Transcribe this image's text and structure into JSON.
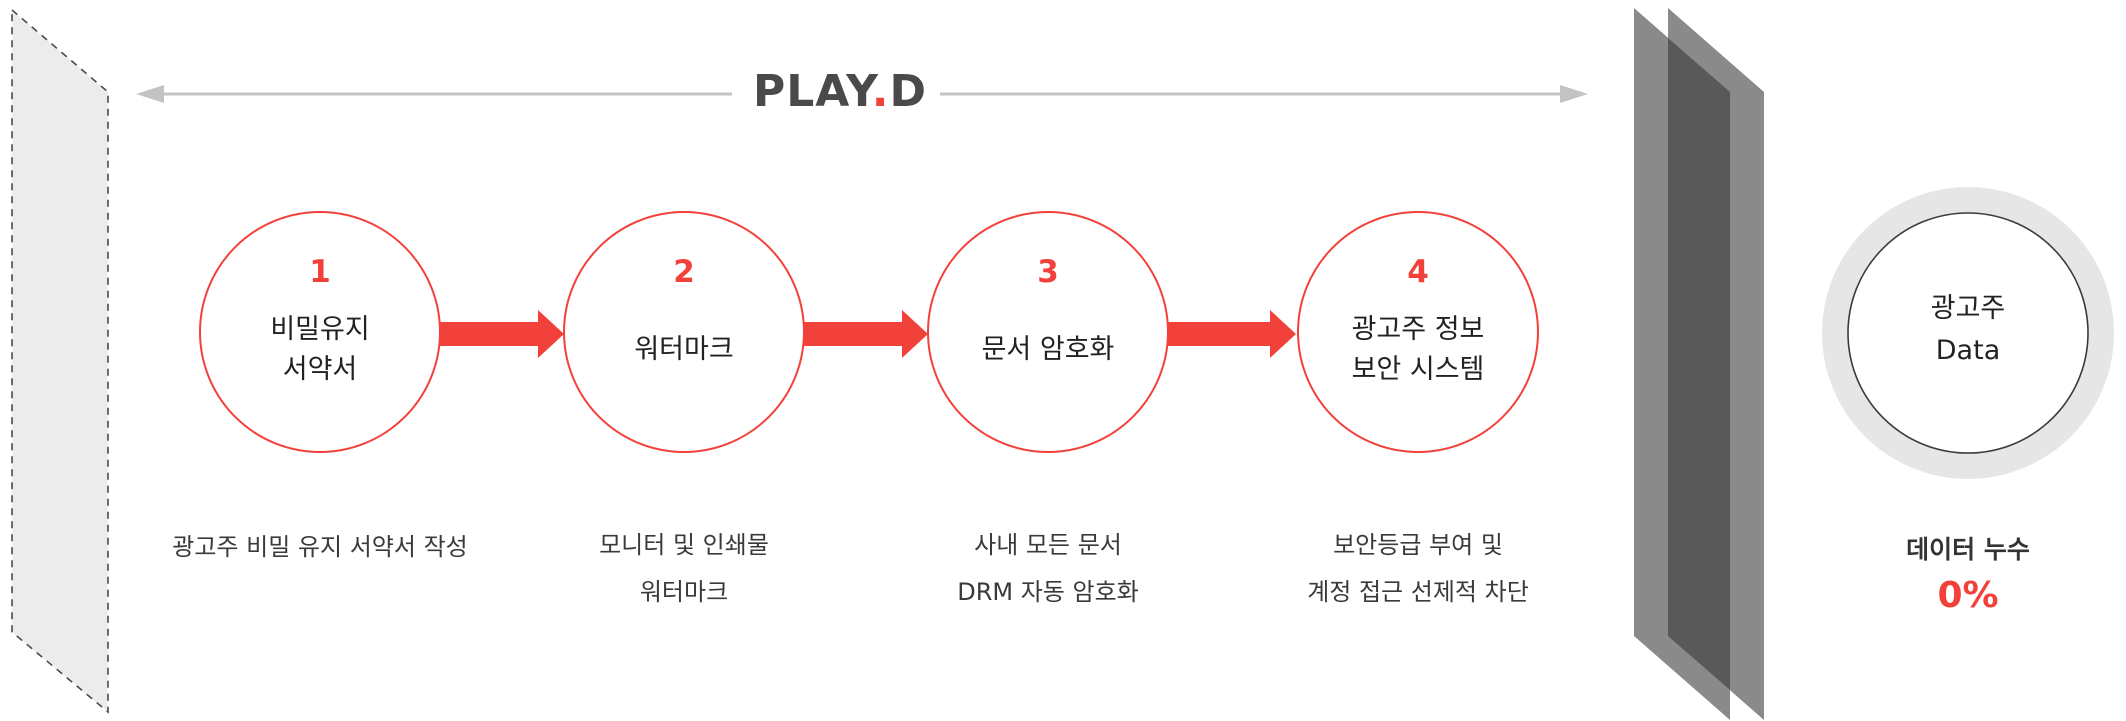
{
  "logo": {
    "text_main": "PLAY",
    "text_dot": ".",
    "text_end": "D"
  },
  "steps": [
    {
      "number": "1",
      "title_lines": [
        "비밀유지",
        "서약서"
      ],
      "description_lines": [
        "광고주 비밀 유지 서약서 작성"
      ]
    },
    {
      "number": "2",
      "title_lines": [
        "워터마크"
      ],
      "description_lines": [
        "모니터 및 인쇄물",
        "워터마크"
      ]
    },
    {
      "number": "3",
      "title_lines": [
        "문서 암호화"
      ],
      "description_lines": [
        "사내 모든 문서",
        "DRM 자동 암호화"
      ]
    },
    {
      "number": "4",
      "title_lines": [
        "광고주 정보",
        "보안 시스템"
      ],
      "description_lines": [
        "보안등급 부여 및",
        "계정 접근 선제적 차단"
      ]
    }
  ],
  "data_node": {
    "title_lines": [
      "광고주",
      "Data"
    ]
  },
  "leak": {
    "label": "데이터 누수",
    "value": "0%"
  },
  "colors": {
    "accent": "#f2413a",
    "logo": "#4a4a4a",
    "range_arrow": "#c3c3c3",
    "left_panel_fill": "#ececec",
    "barrier_light": "#8a8a8a",
    "barrier_dark": "#595959",
    "data_ring": "#e6e6e6",
    "data_circle_stroke": "#3a3a3a"
  }
}
